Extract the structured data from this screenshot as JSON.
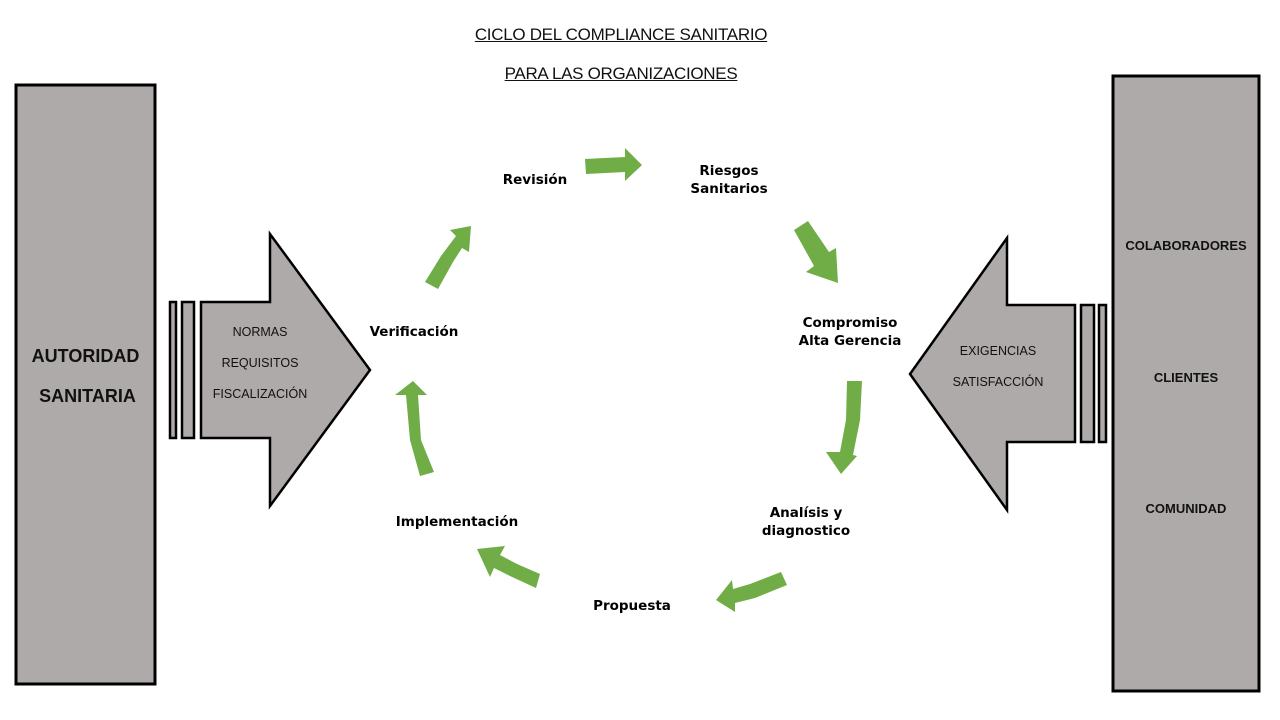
{
  "title": {
    "line1": "CICLO DEL COMPLIANCE SANITARIO",
    "line2": "PARA LAS ORGANIZACIONES"
  },
  "colors": {
    "box_fill": "#aeaaa9",
    "outline": "#000000",
    "cycle_arrow": "#70ad47"
  },
  "left_entity": {
    "line1": "AUTORIDAD",
    "line2": "SANITARIA"
  },
  "left_arrow": {
    "direction": "right",
    "items": [
      "NORMAS",
      "REQUISITOS",
      "FISCALIZACIÓN"
    ]
  },
  "right_entity": {
    "items": [
      "COLABORADORES",
      "CLIENTES",
      "COMUNIDAD"
    ]
  },
  "right_arrow": {
    "direction": "left",
    "items": [
      "EXIGENCIAS",
      "SATISFACCIÓN"
    ]
  },
  "cycle": {
    "direction": "clockwise",
    "steps": [
      {
        "line1": "Riesgos",
        "line2": "Sanitarios"
      },
      {
        "line1": "Compromiso",
        "line2": "Alta Gerencia"
      },
      {
        "line1": "Analísis y",
        "line2": "diagnostico"
      },
      {
        "line1": "Propuesta",
        "line2": ""
      },
      {
        "line1": "Implementación",
        "line2": ""
      },
      {
        "line1": "Verificación",
        "line2": ""
      },
      {
        "line1": "Revisión",
        "line2": ""
      }
    ]
  }
}
